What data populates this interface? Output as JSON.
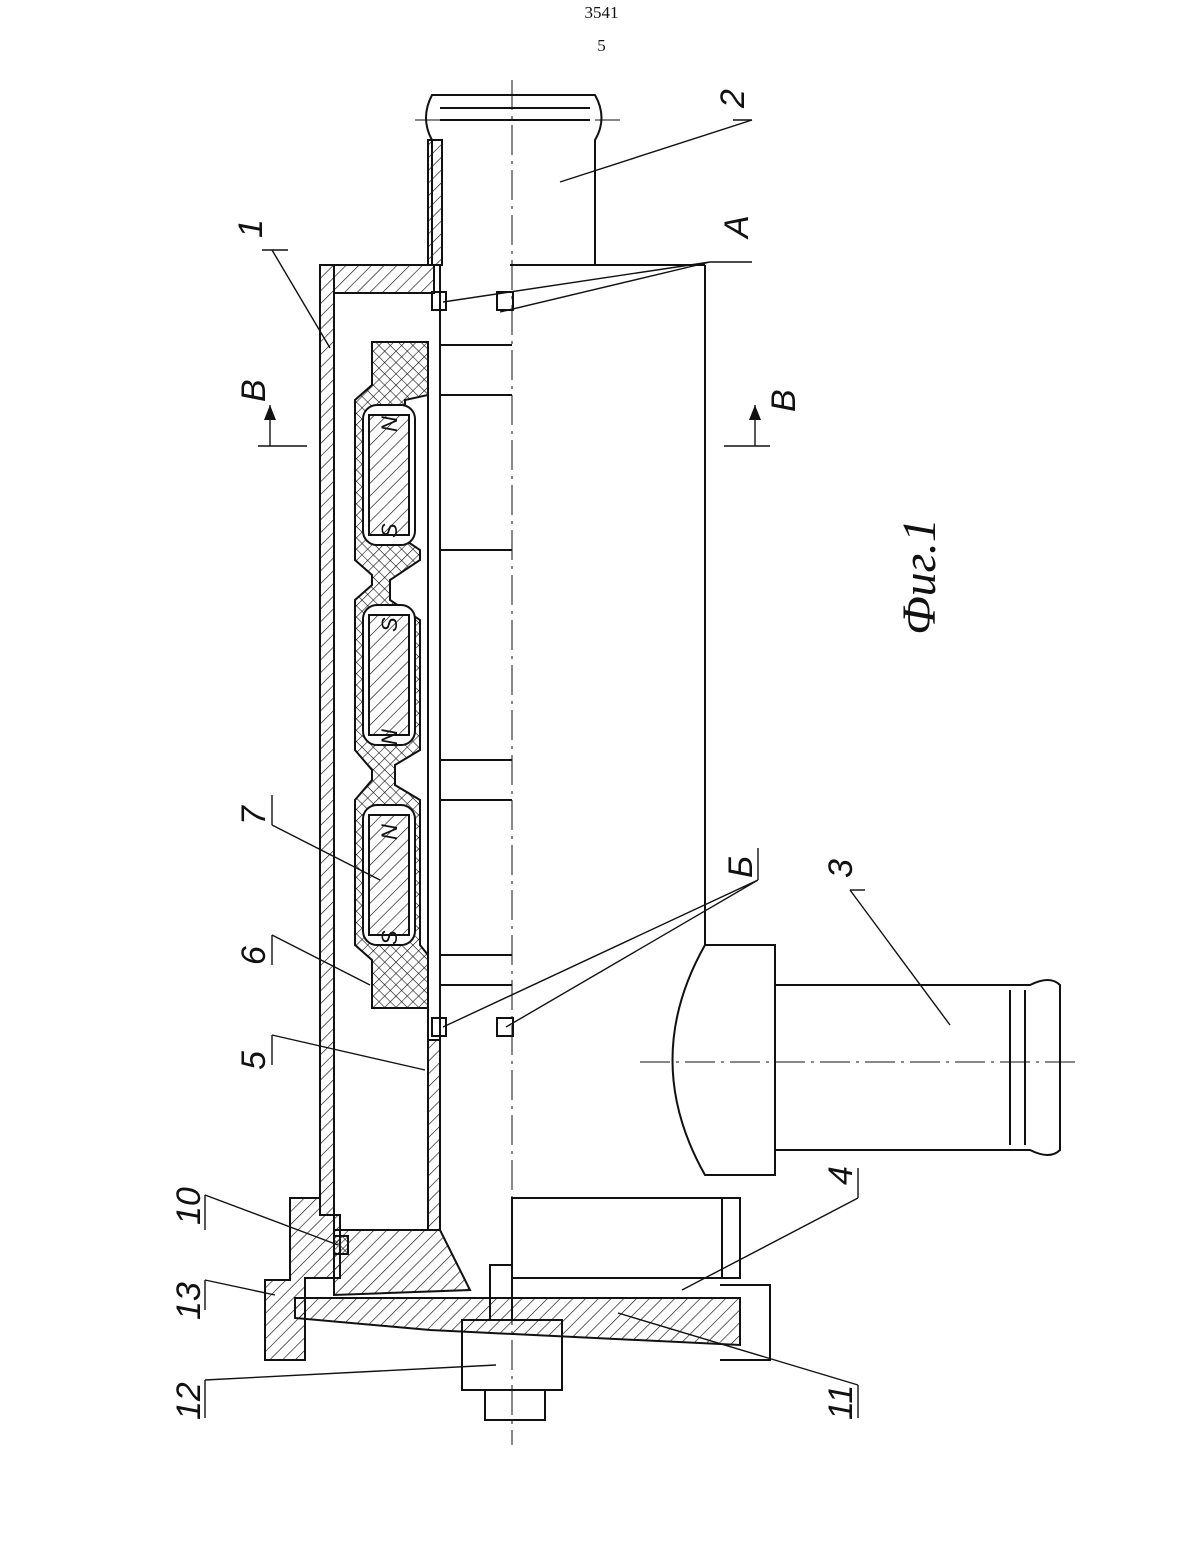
{
  "header": {
    "patent_number": "3541",
    "page_number": "5"
  },
  "figure": {
    "caption": "Фиг.1",
    "callouts": [
      "1",
      "2",
      "3",
      "4",
      "5",
      "6",
      "7",
      "10",
      "11",
      "12",
      "13"
    ],
    "section_marks": {
      "A": "A",
      "B_cyr": "Б",
      "V": "B"
    },
    "magnet_poles": [
      "N",
      "S",
      "S",
      "N",
      "N",
      "S"
    ]
  },
  "colors": {
    "ink": "#111111",
    "paper": "#ffffff"
  }
}
